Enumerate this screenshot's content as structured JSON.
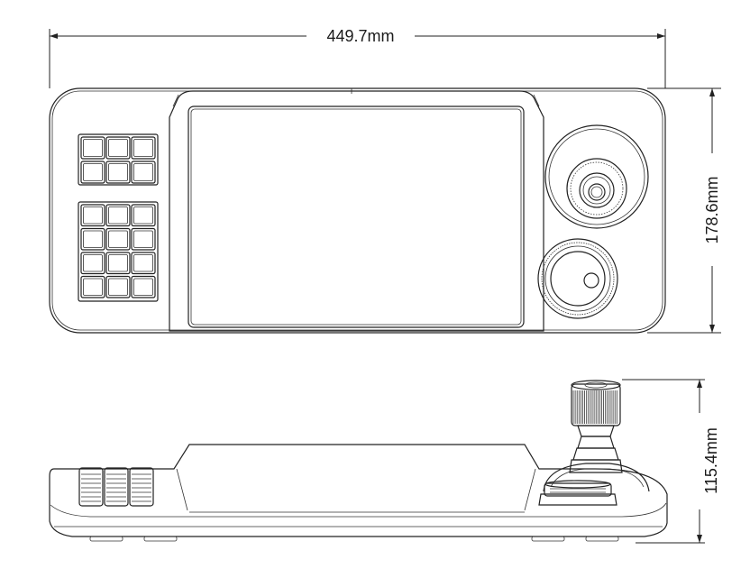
{
  "dimensions": {
    "width": "449.7mm",
    "depth": "178.6mm",
    "height": "115.4mm"
  }
}
